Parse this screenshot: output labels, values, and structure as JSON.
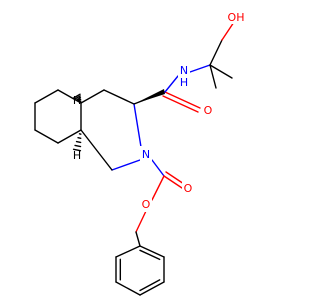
{
  "molecule": {
    "atom_labels": {
      "hydroxyl": "OH",
      "amide_nh": "N",
      "amide_nh_h": "H",
      "amide_o": "O",
      "ring_n": "N",
      "carbamate_o_double": "O",
      "carbamate_o_ester": "O",
      "stereo_h_top": "H",
      "stereo_h_bottom": "H"
    },
    "colors": {
      "bond": "#000000",
      "oxygen": "#ff0000",
      "nitrogen": "#0000ff"
    }
  }
}
